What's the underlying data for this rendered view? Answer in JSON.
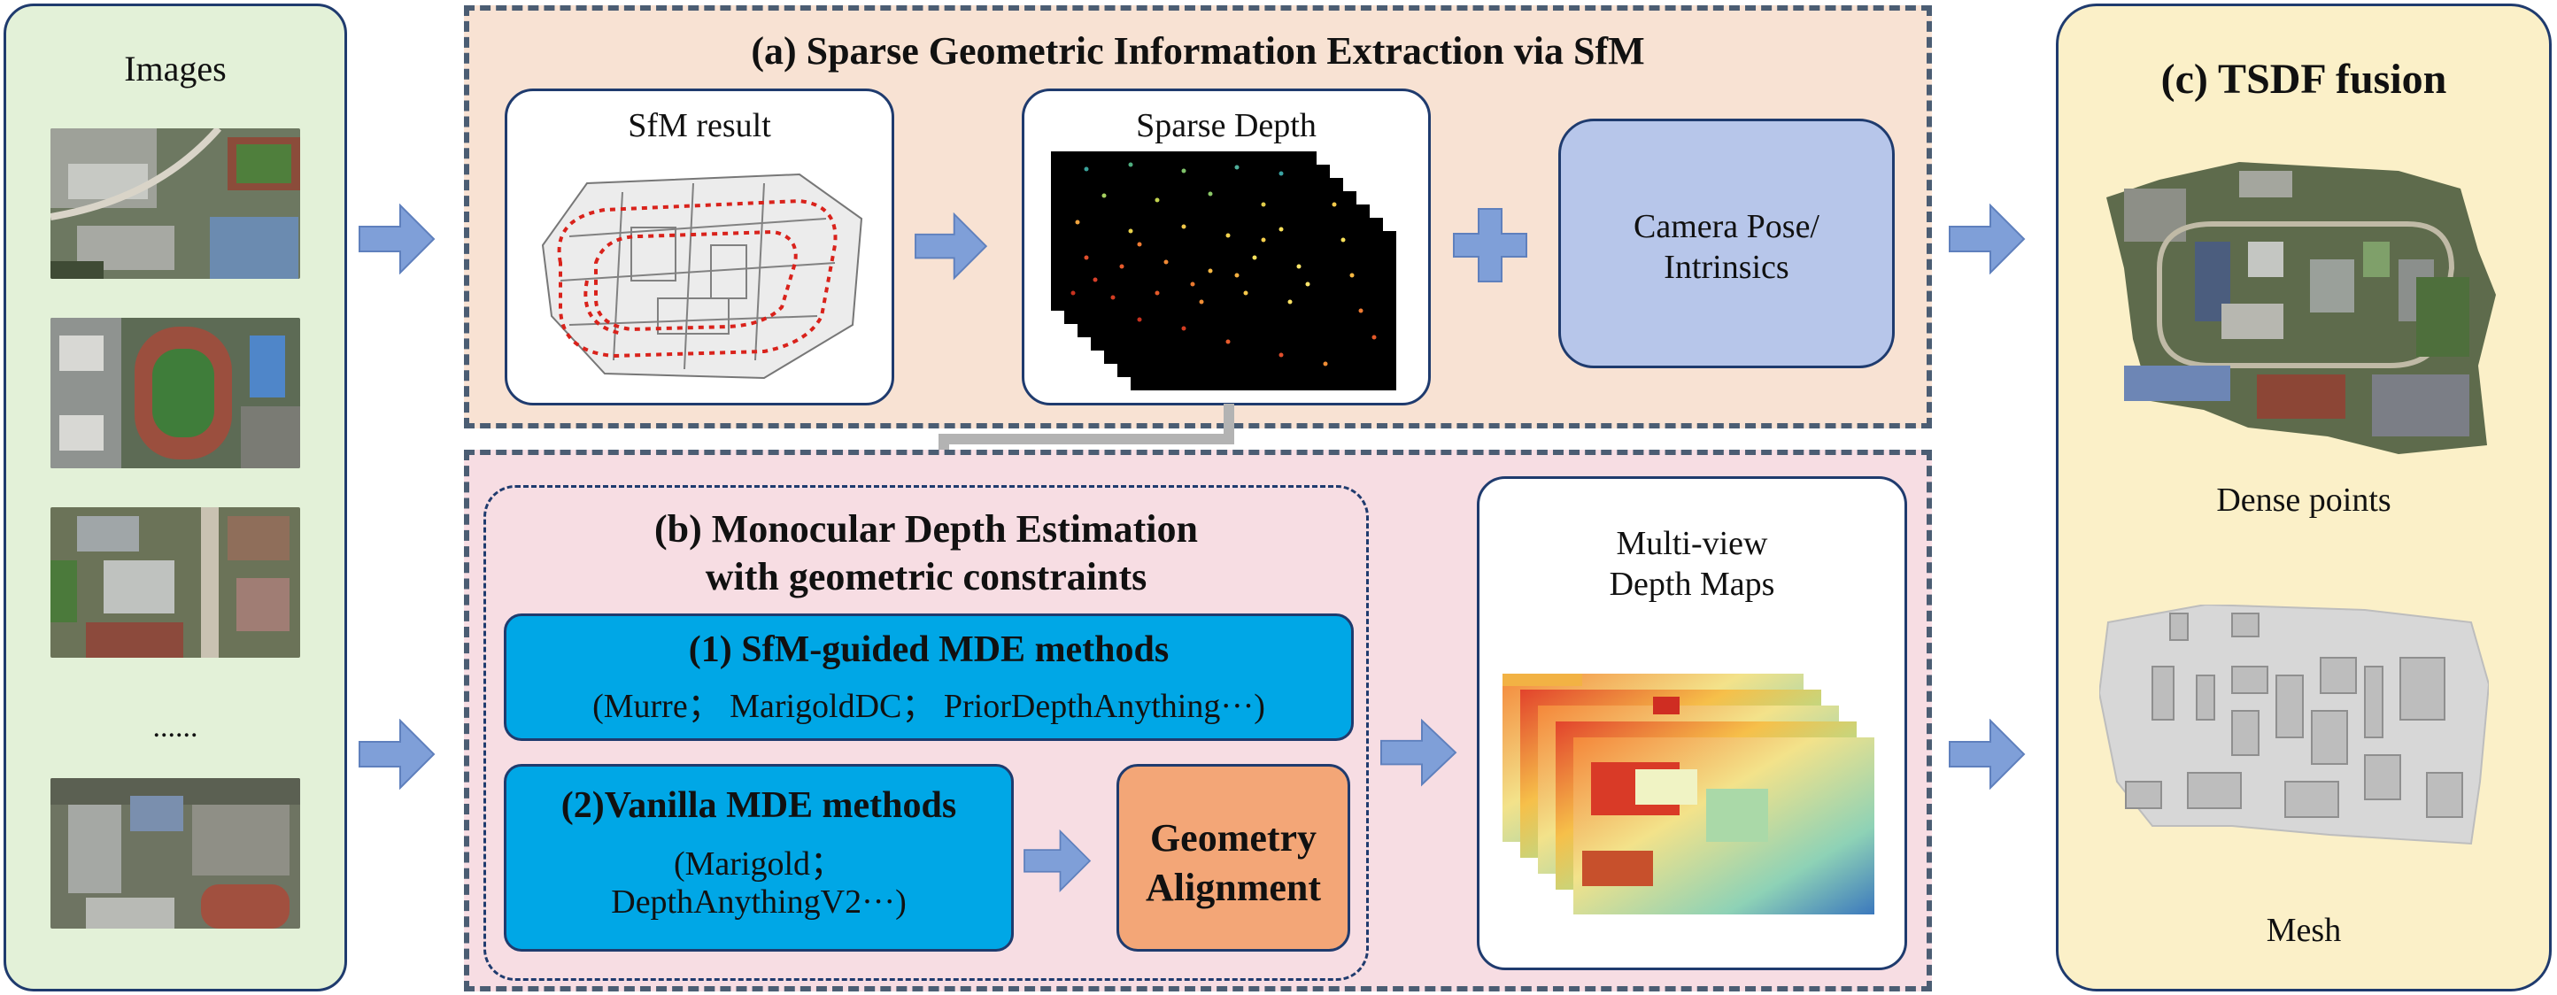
{
  "left_panel": {
    "title": "Images",
    "ellipsis": "......"
  },
  "section_a": {
    "title": "(a)  Sparse Geometric Information Extraction via SfM",
    "sfm_result_label": "SfM result",
    "sparse_depth_label": "Sparse Depth",
    "camera_label_line1": "Camera Pose/",
    "camera_label_line2": "Intrinsics"
  },
  "section_b": {
    "title_line1": "(b) Monocular Depth Estimation",
    "title_line2": "with geometric constraints",
    "method1_title": "(1) SfM-guided MDE methods",
    "method1_examples": "(Murre； MarigoldDC； PriorDepthAnything···)",
    "method2_title": "(2)Vanilla MDE methods",
    "method2_examples_line1": "(Marigold；",
    "method2_examples_line2": "DepthAnythingV2···)",
    "geometry_line1": "Geometry",
    "geometry_line2": "Alignment",
    "depth_maps_line1": "Multi-view",
    "depth_maps_line2": "Depth Maps"
  },
  "section_c": {
    "title": "(c)  TSDF fusion",
    "dense_points_label": "Dense points",
    "mesh_label": "Mesh"
  },
  "colors": {
    "arrow": "#7f9fd8",
    "border": "#1f3b6e",
    "method_blue": "#00a7e6",
    "geometry_orange": "#f3a677",
    "camera_box": "#b7c6ea"
  }
}
